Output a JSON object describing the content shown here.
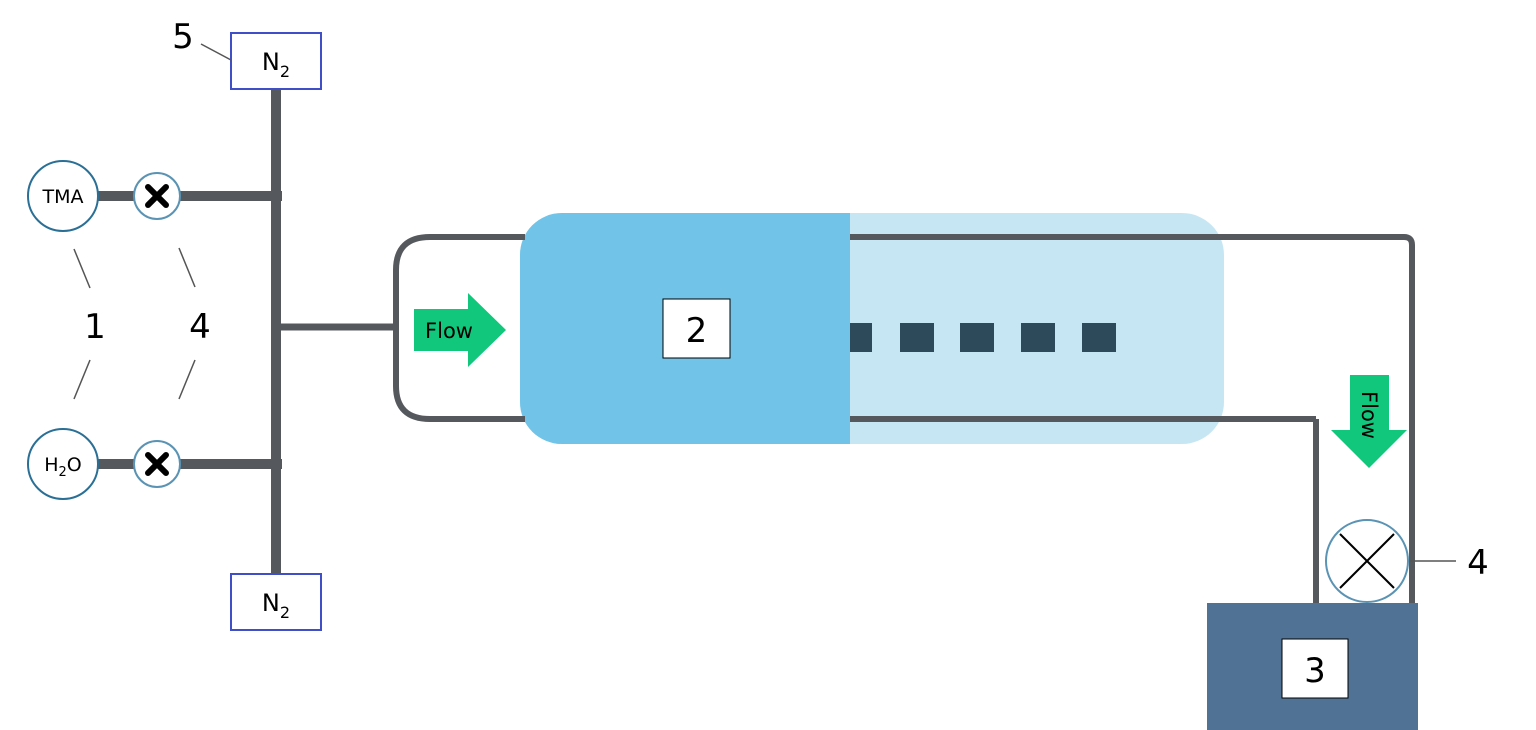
{
  "colors": {
    "pipe": "#55585d",
    "source_circle": "#2a6f95",
    "valve_circle": "#5a93b3",
    "n2_border": "#3f4fc7",
    "chamber_left": "#71c4e7",
    "chamber_right": "#c7e6f4",
    "samples": "#2d4a5a",
    "flow_arrow": "#10c77c",
    "pump": "#507294"
  },
  "sources": {
    "tma": "TMA",
    "h2o_main": "H",
    "h2o_sub": "2",
    "h2o_tail": "O"
  },
  "n2": {
    "main": "N",
    "sub": "2"
  },
  "flow": {
    "label_horizontal": "Flow",
    "label_vertical": "Flow"
  },
  "numbers": {
    "sources": "1",
    "reactor": "2",
    "pump": "3",
    "valves": "4",
    "outlet_valve": "4",
    "n2_supply": "5"
  },
  "icons": {
    "valve_closed": "x-mark-icon",
    "valve_throttle": "cross-circle-icon",
    "arrow": "arrow-icon"
  }
}
